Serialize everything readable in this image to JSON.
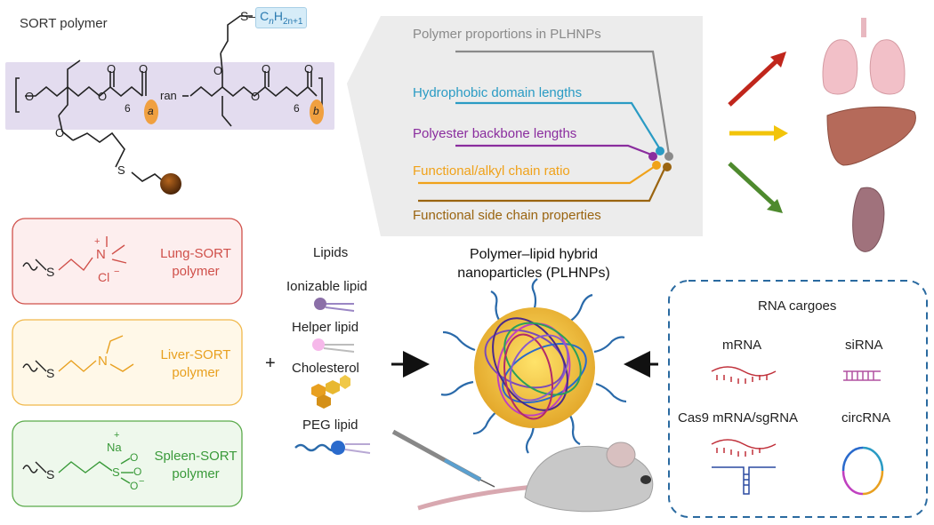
{
  "sort_title": "SORT polymer",
  "chem": {
    "chain_prefix": "S",
    "chain_formula_c": "C",
    "chain_formula_n": "n",
    "chain_formula_h": "H",
    "chain_formula_2n1": "2n+1",
    "ran": "ran",
    "sub_a": "a",
    "sub_b": "b",
    "sub_6": "6",
    "atom_o": "O",
    "atom_s": "S"
  },
  "proportions": {
    "items": [
      {
        "label": "Polymer proportions in PLHNPs",
        "color": "#8a8a8a"
      },
      {
        "label": "Hydrophobic domain lengths",
        "color": "#2a9bc4"
      },
      {
        "label": "Polyester backbone lengths",
        "color": "#8a2d9e"
      },
      {
        "label": "Functional/alkyl chain ratio",
        "color": "#f0a21a"
      },
      {
        "label": "Functional side chain properties",
        "color": "#9a6410"
      }
    ]
  },
  "sort_variants": [
    {
      "name": "Lung-SORT polymer",
      "line1": "Lung-SORT",
      "line2": "polymer",
      "color": "#d0504a",
      "border": "#d0504a",
      "bg": "#fdeeee",
      "chem_atoms": [
        "S",
        "N",
        "+",
        "Cl",
        "−"
      ]
    },
    {
      "name": "Liver-SORT polymer",
      "line1": "Liver-SORT",
      "line2": "polymer",
      "color": "#e8a020",
      "border": "#f0b84a",
      "bg": "#fff8e8",
      "chem_atoms": [
        "S",
        "N"
      ]
    },
    {
      "name": "Spleen-SORT polymer",
      "line1": "Spleen-SORT",
      "line2": "polymer",
      "color": "#3a9a3a",
      "border": "#5aaa4a",
      "bg": "#eef8ec",
      "chem_atoms": [
        "S",
        "Na",
        "+",
        "S",
        "O",
        "O",
        "O",
        "−"
      ]
    }
  ],
  "lipids": {
    "title": "Lipids",
    "items": [
      "Ionizable lipid",
      "Helper lipid",
      "Cholesterol",
      "PEG lipid"
    ]
  },
  "plus_sign": "+",
  "nanoparticle": {
    "line1": "Polymer–lipid hybrid",
    "line2": "nanoparticles (PLHNPs)"
  },
  "rna": {
    "title": "RNA cargoes",
    "items": [
      "mRNA",
      "siRNA",
      "Cas9 mRNA/sgRNA",
      "circRNA"
    ]
  },
  "organ_arrows": [
    {
      "organ": "lung",
      "color": "#c0261c"
    },
    {
      "organ": "liver",
      "color": "#f2c40a"
    },
    {
      "organ": "spleen",
      "color": "#4e8a2e"
    }
  ]
}
